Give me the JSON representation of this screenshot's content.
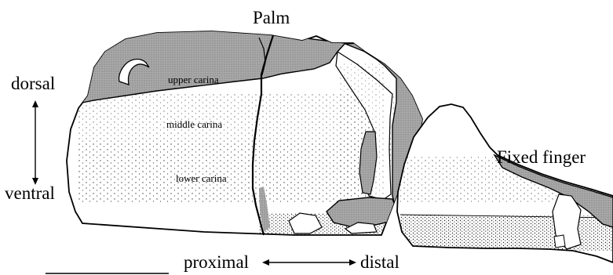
{
  "labels": {
    "palm": "Palm",
    "fixed_finger": "Fixed finger",
    "dorsal": "dorsal",
    "ventral": "ventral",
    "proximal": "proximal",
    "distal": "distal",
    "upper_carina": "upper carina",
    "middle_carina": "middle carina",
    "lower_carina": "lower carina"
  },
  "colors": {
    "stroke": "#000000",
    "shaded_fill": "#a9a9a9",
    "fragment_fill": "#ffffff"
  }
}
